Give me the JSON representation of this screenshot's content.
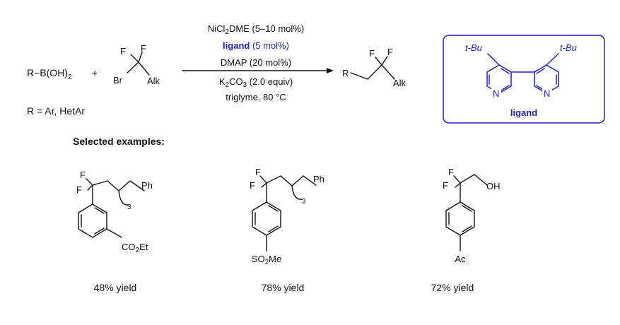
{
  "reaction": {
    "reagent_left": "R−B(OH)",
    "reagent_left_sub": "2",
    "plus": "+",
    "r_definition": "R = Ar, HetAr",
    "atoms": {
      "F": "F",
      "Br": "Br",
      "Alk": "Alk",
      "R": "R",
      "N": "N",
      "OH": "OH",
      "Ph": "Ph",
      "sub3": "3"
    },
    "conditions": {
      "line1_a": "NiCl",
      "line1_sub": "2",
      "line1_b": "DME (5–10 mol%)",
      "line2_bold": "ligand",
      "line2_rest": " (5 mol%)",
      "line3": "DMAP (20 mol%)",
      "line4_a": "K",
      "line4_sub1": "2",
      "line4_b": "CO",
      "line4_sub2": "3",
      "line4_c": " (2.0 equiv)",
      "line5": "triglyme, 80 °C"
    }
  },
  "ligand_box": {
    "tbu_left": "t-Bu",
    "tbu_right": "t-Bu",
    "label": "ligand",
    "color": "#1f1fd6"
  },
  "examples": {
    "heading": "Selected examples:",
    "items": [
      {
        "substituent_a": "CO",
        "substituent_sub": "2",
        "substituent_b": "Et",
        "yield": "48% yield"
      },
      {
        "substituent_a": "SO",
        "substituent_sub": "2",
        "substituent_b": "Me",
        "yield": "78% yield"
      },
      {
        "substituent_a": "Ac",
        "yield": "72% yield"
      }
    ]
  }
}
